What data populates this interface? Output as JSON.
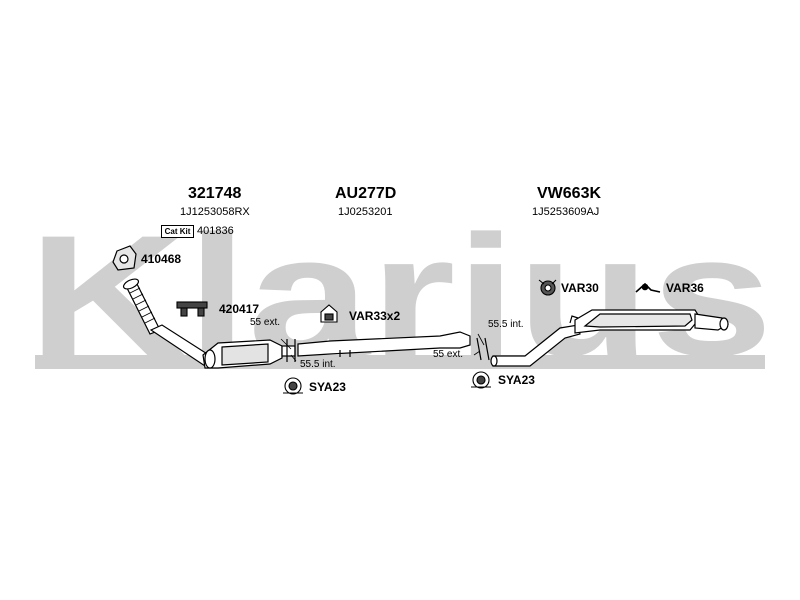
{
  "watermark": {
    "text": "Klarius",
    "color": "#cfcfcf"
  },
  "colors": {
    "line": "#000000",
    "pipe_fill": "#ffffff",
    "shading": "#bdbdbd"
  },
  "sections": [
    {
      "part_number": "321748",
      "oe_number": "1J1253058RX"
    },
    {
      "part_number": "AU277D",
      "oe_number": "1J0253201"
    },
    {
      "part_number": "VW663K",
      "oe_number": "1J5253609AJ"
    }
  ],
  "cat_kit": {
    "badge": "Cat Kit",
    "number": "401836"
  },
  "parts": {
    "gasket": "410468",
    "mount_bracket": "420417",
    "clamp_center": "VAR33x2",
    "rubber_mount": "VAR30",
    "hanger": "VAR36",
    "clamp_left": "SYA23",
    "clamp_right": "SYA23"
  },
  "dimensions": {
    "left_ext": "55 ext.",
    "left_int": "55.5 int.",
    "right_int": "55.5 int.",
    "right_ext": "55 ext."
  },
  "icons": [
    "gasket-icon",
    "bracket-icon",
    "clamp-icon",
    "rubber-mount-icon",
    "hanger-icon",
    "clamp-ring-icon"
  ]
}
